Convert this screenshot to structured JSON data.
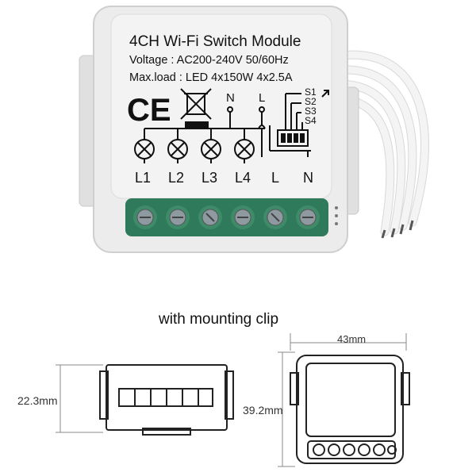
{
  "module": {
    "title": "4CH Wi-Fi Switch Module",
    "voltage": "Voltage : AC200-240V 50/60Hz",
    "maxload": "Max.load : LED 4x150W  4x2.5A",
    "ce_mark": "CE",
    "terminal_top_labels": [
      "N",
      "L"
    ],
    "switch_labels": [
      "S1",
      "S2",
      "S3",
      "S4"
    ],
    "bottom_labels": [
      "L1",
      "L2",
      "L3",
      "L4",
      "L",
      "N"
    ],
    "colors": {
      "body": "#e9e9e9",
      "terminal_block": "#2f7a5a",
      "screw": "#8e9aa0"
    }
  },
  "caption": "with mounting clip",
  "dimensions": {
    "height_side": "22.3mm",
    "width": "43mm",
    "height_front": "39.2mm"
  }
}
